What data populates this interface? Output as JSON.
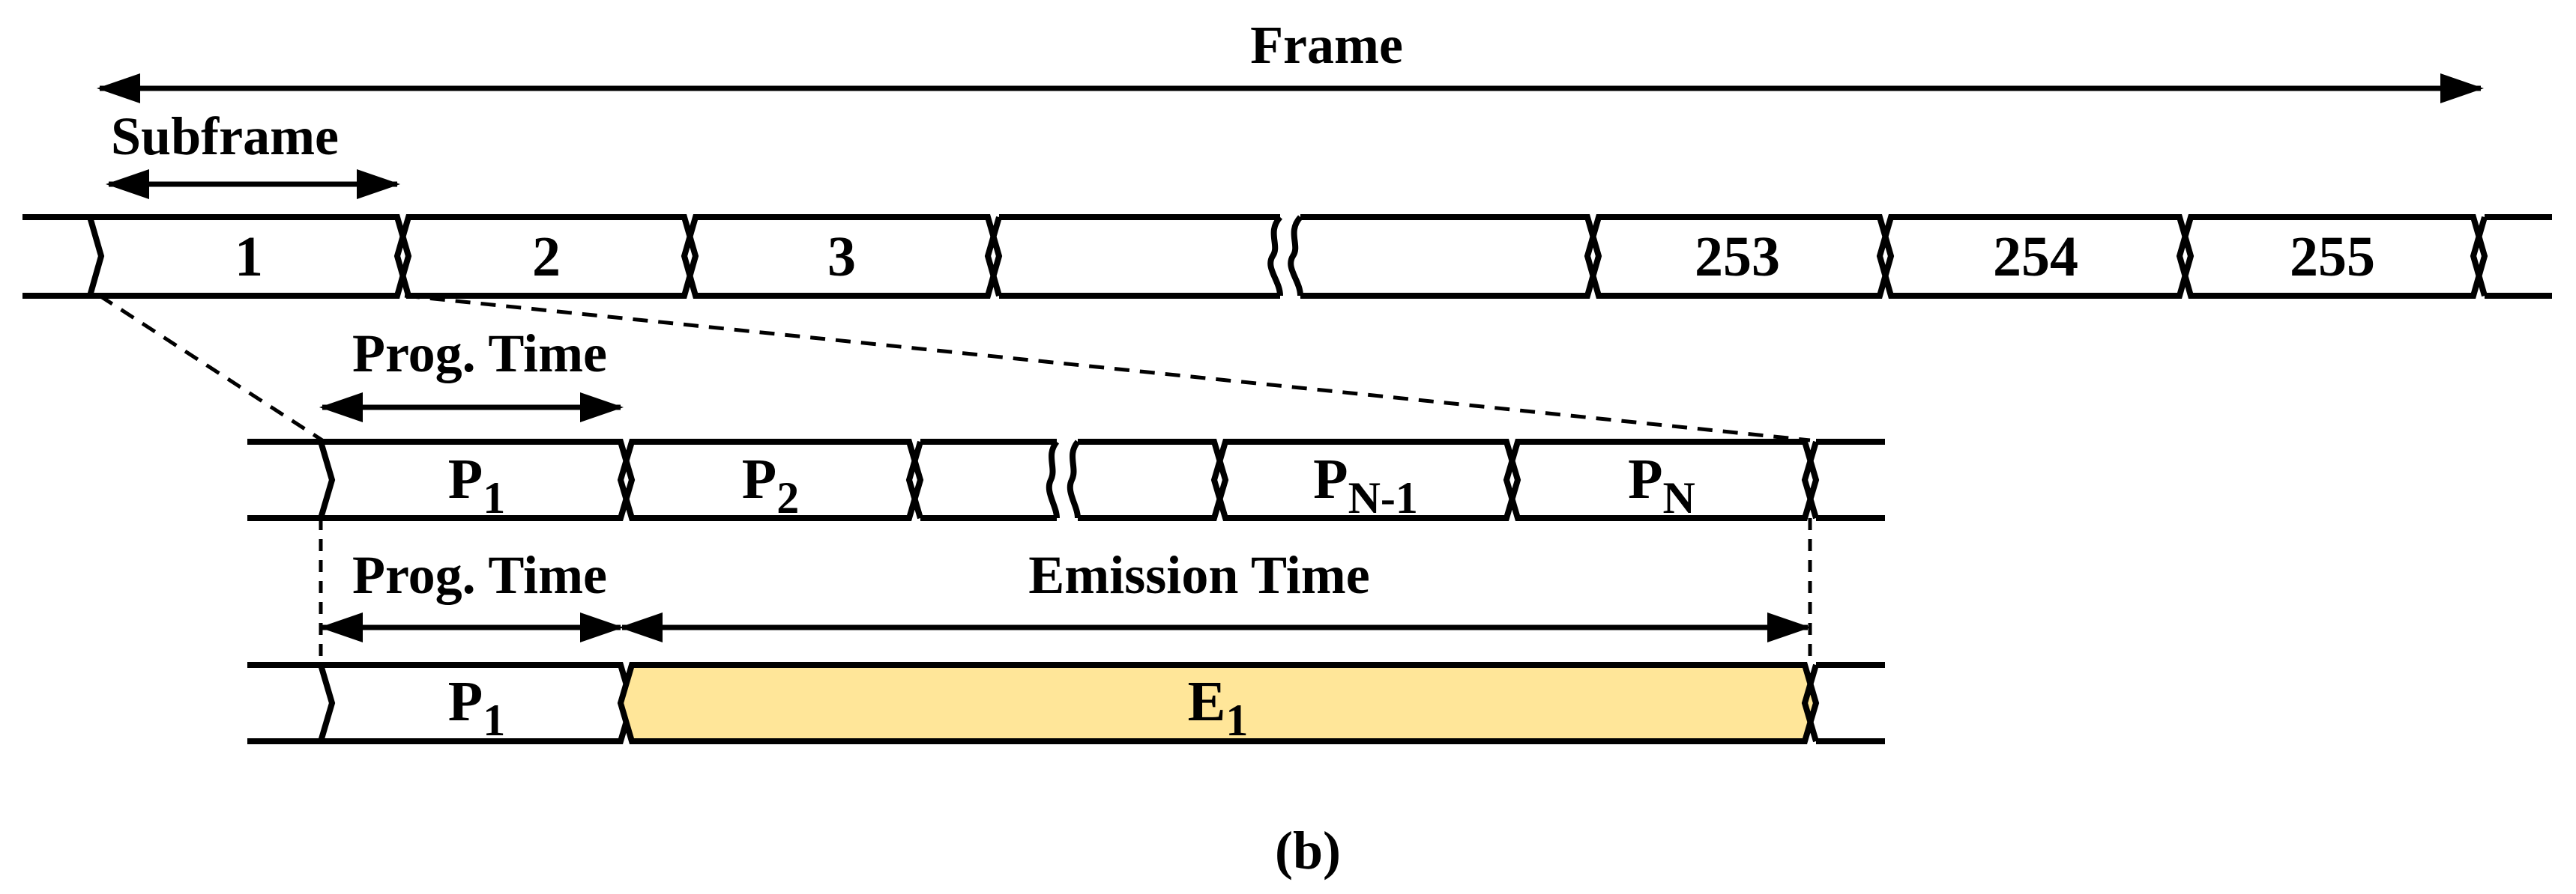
{
  "labels": {
    "frame": "Frame",
    "subframe": "Subframe",
    "prog_time_top": "Prog. Time",
    "prog_time_bottom": "Prog. Time",
    "emission_time": "Emission Time",
    "caption": "(b)"
  },
  "frame_row": {
    "cells": [
      "1",
      "2",
      "3",
      "",
      "",
      "253",
      "254",
      "255"
    ]
  },
  "subframe_row": {
    "cells": [
      {
        "main": "P",
        "sub": "1"
      },
      {
        "main": "P",
        "sub": "2"
      },
      {
        "main": "",
        "sub": ""
      },
      {
        "main": "",
        "sub": ""
      },
      {
        "main": "P",
        "sub": "N-1"
      },
      {
        "main": "P",
        "sub": "N"
      }
    ]
  },
  "emission_row": {
    "cells": [
      {
        "main": "P",
        "sub": "1"
      },
      {
        "main": "E",
        "sub": "1"
      }
    ]
  },
  "colors": {
    "stroke": "#000000",
    "emission_fill": "#FFE699",
    "background": "#ffffff"
  }
}
